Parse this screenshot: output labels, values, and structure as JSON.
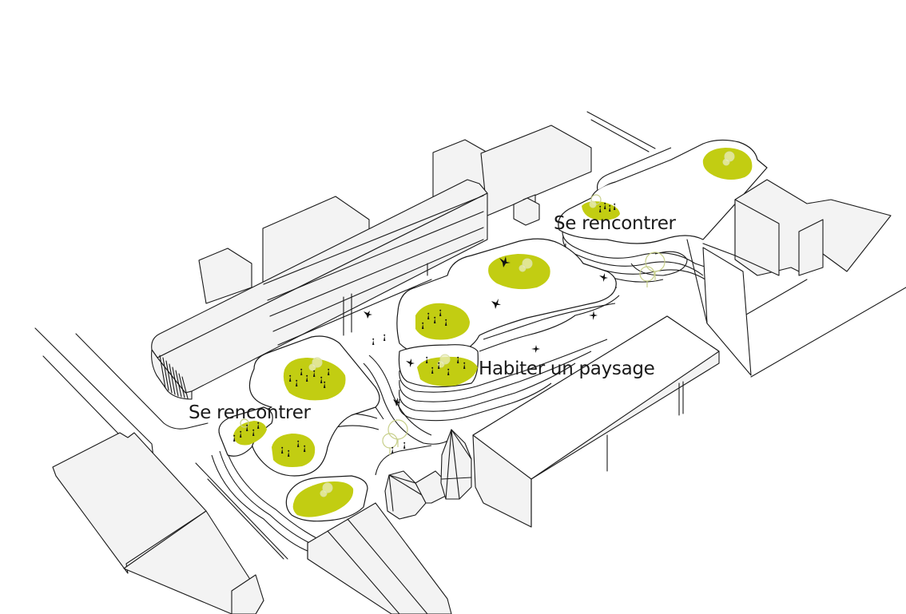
{
  "diagram": {
    "type": "architectural axonometric site diagram",
    "labels": [
      {
        "id": "meet-top",
        "text": "Se rencontrer"
      },
      {
        "id": "inhabit",
        "text": "Habiter un paysage"
      },
      {
        "id": "meet-left",
        "text": "Se rencontrer"
      }
    ],
    "colors": {
      "lawn": "#c2cd12",
      "building_fill": "#f3f3f3",
      "terrace_fill": "#ffffff",
      "line": "#1a1a1a",
      "tree_canopy": "#e6ebb8",
      "tree_outline": "#c7cf8a"
    },
    "elements": {
      "lawns": 9,
      "terraced_volumes": 4,
      "existing_buildings": 7
    }
  }
}
